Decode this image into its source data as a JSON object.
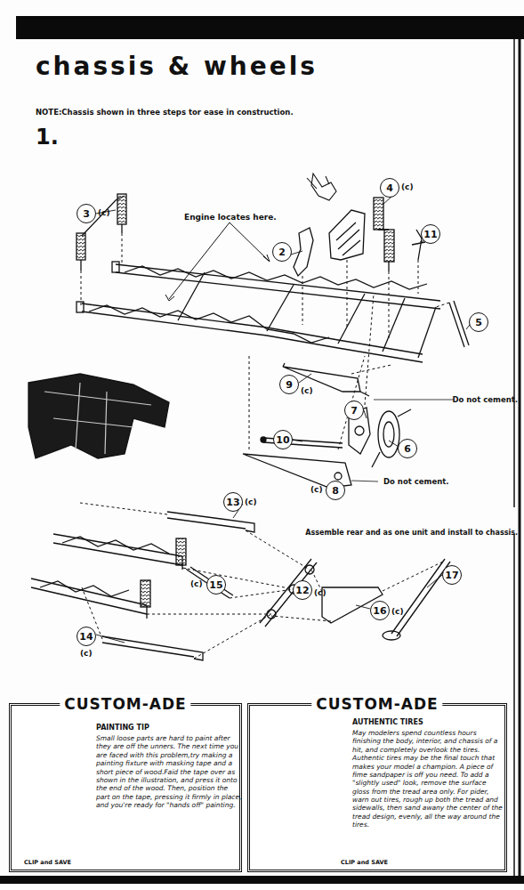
{
  "diagram": {
    "title": "chassis & wheels",
    "nodes": [
      {
        "text": [
          "4"
        ]
      },
      {
        "text": [
          "3"
        ]
      },
      {
        "text": [
          "11"
        ]
      },
      {
        "text": [
          "2"
        ]
      },
      {
        "text": [
          "5"
        ]
      },
      {
        "text": [
          "9"
        ]
      },
      {
        "text": [
          "7"
        ]
      },
      {
        "text": [
          "10"
        ]
      },
      {
        "text": [
          "6"
        ]
      },
      {
        "text": [
          "8"
        ]
      },
      {
        "text": [
          "13"
        ]
      },
      {
        "text": [
          "17"
        ]
      },
      {
        "text": [
          "15"
        ]
      },
      {
        "text": [
          "12"
        ]
      },
      {
        "text": [
          "16"
        ]
      },
      {
        "text": [
          "14"
        ]
      },
      {
        "text": [
          "CUSTOM-ADE",
          "PAINTING TIP",
          "Small loose parts are hard to paint after they are off the unners. The next time you are faced with this problem,try making a painting fixture with masking tape and a short piece of wood.Faid the tape over as shown in the illustration, and press it onto the end of the wood. Then, position the part on the tape, pressing it firmly in place, and you're ready for \"hands off\" painting.",
          "CLIP and SAVE"
        ]
      },
      {
        "text": [
          "CUSTOM-ADE",
          "AUTHENTIC TIRES",
          "May modelers spend countless hours finishing the body, interior, and chassis of a hit, and completely overlook the tires. Authentic tires may be the final touch that makes your model a champion. A piece of fime sandpaper is off you need. To add a \"slightly used\" look, remove the surface gloss from the tread area only. For pider, warn out tires, rough up both the tread and sidewalls, then sand awany the center of the tread design, evenly, all the way around the tires.",
          "CLIP and SAVE"
        ]
      }
    ],
    "labels": [
      "NOTE:Chassis shown in three steps tor ease in construction.",
      "1.",
      "(c)",
      "(c)",
      "Engine locates here.",
      "Do not cement.",
      "(c)",
      "Do not cement.",
      "(c)",
      "(c)",
      "Assemble rear and as one unit and install to chassis.",
      "(c)",
      "(c)",
      "(c)",
      "(c)"
    ]
  }
}
